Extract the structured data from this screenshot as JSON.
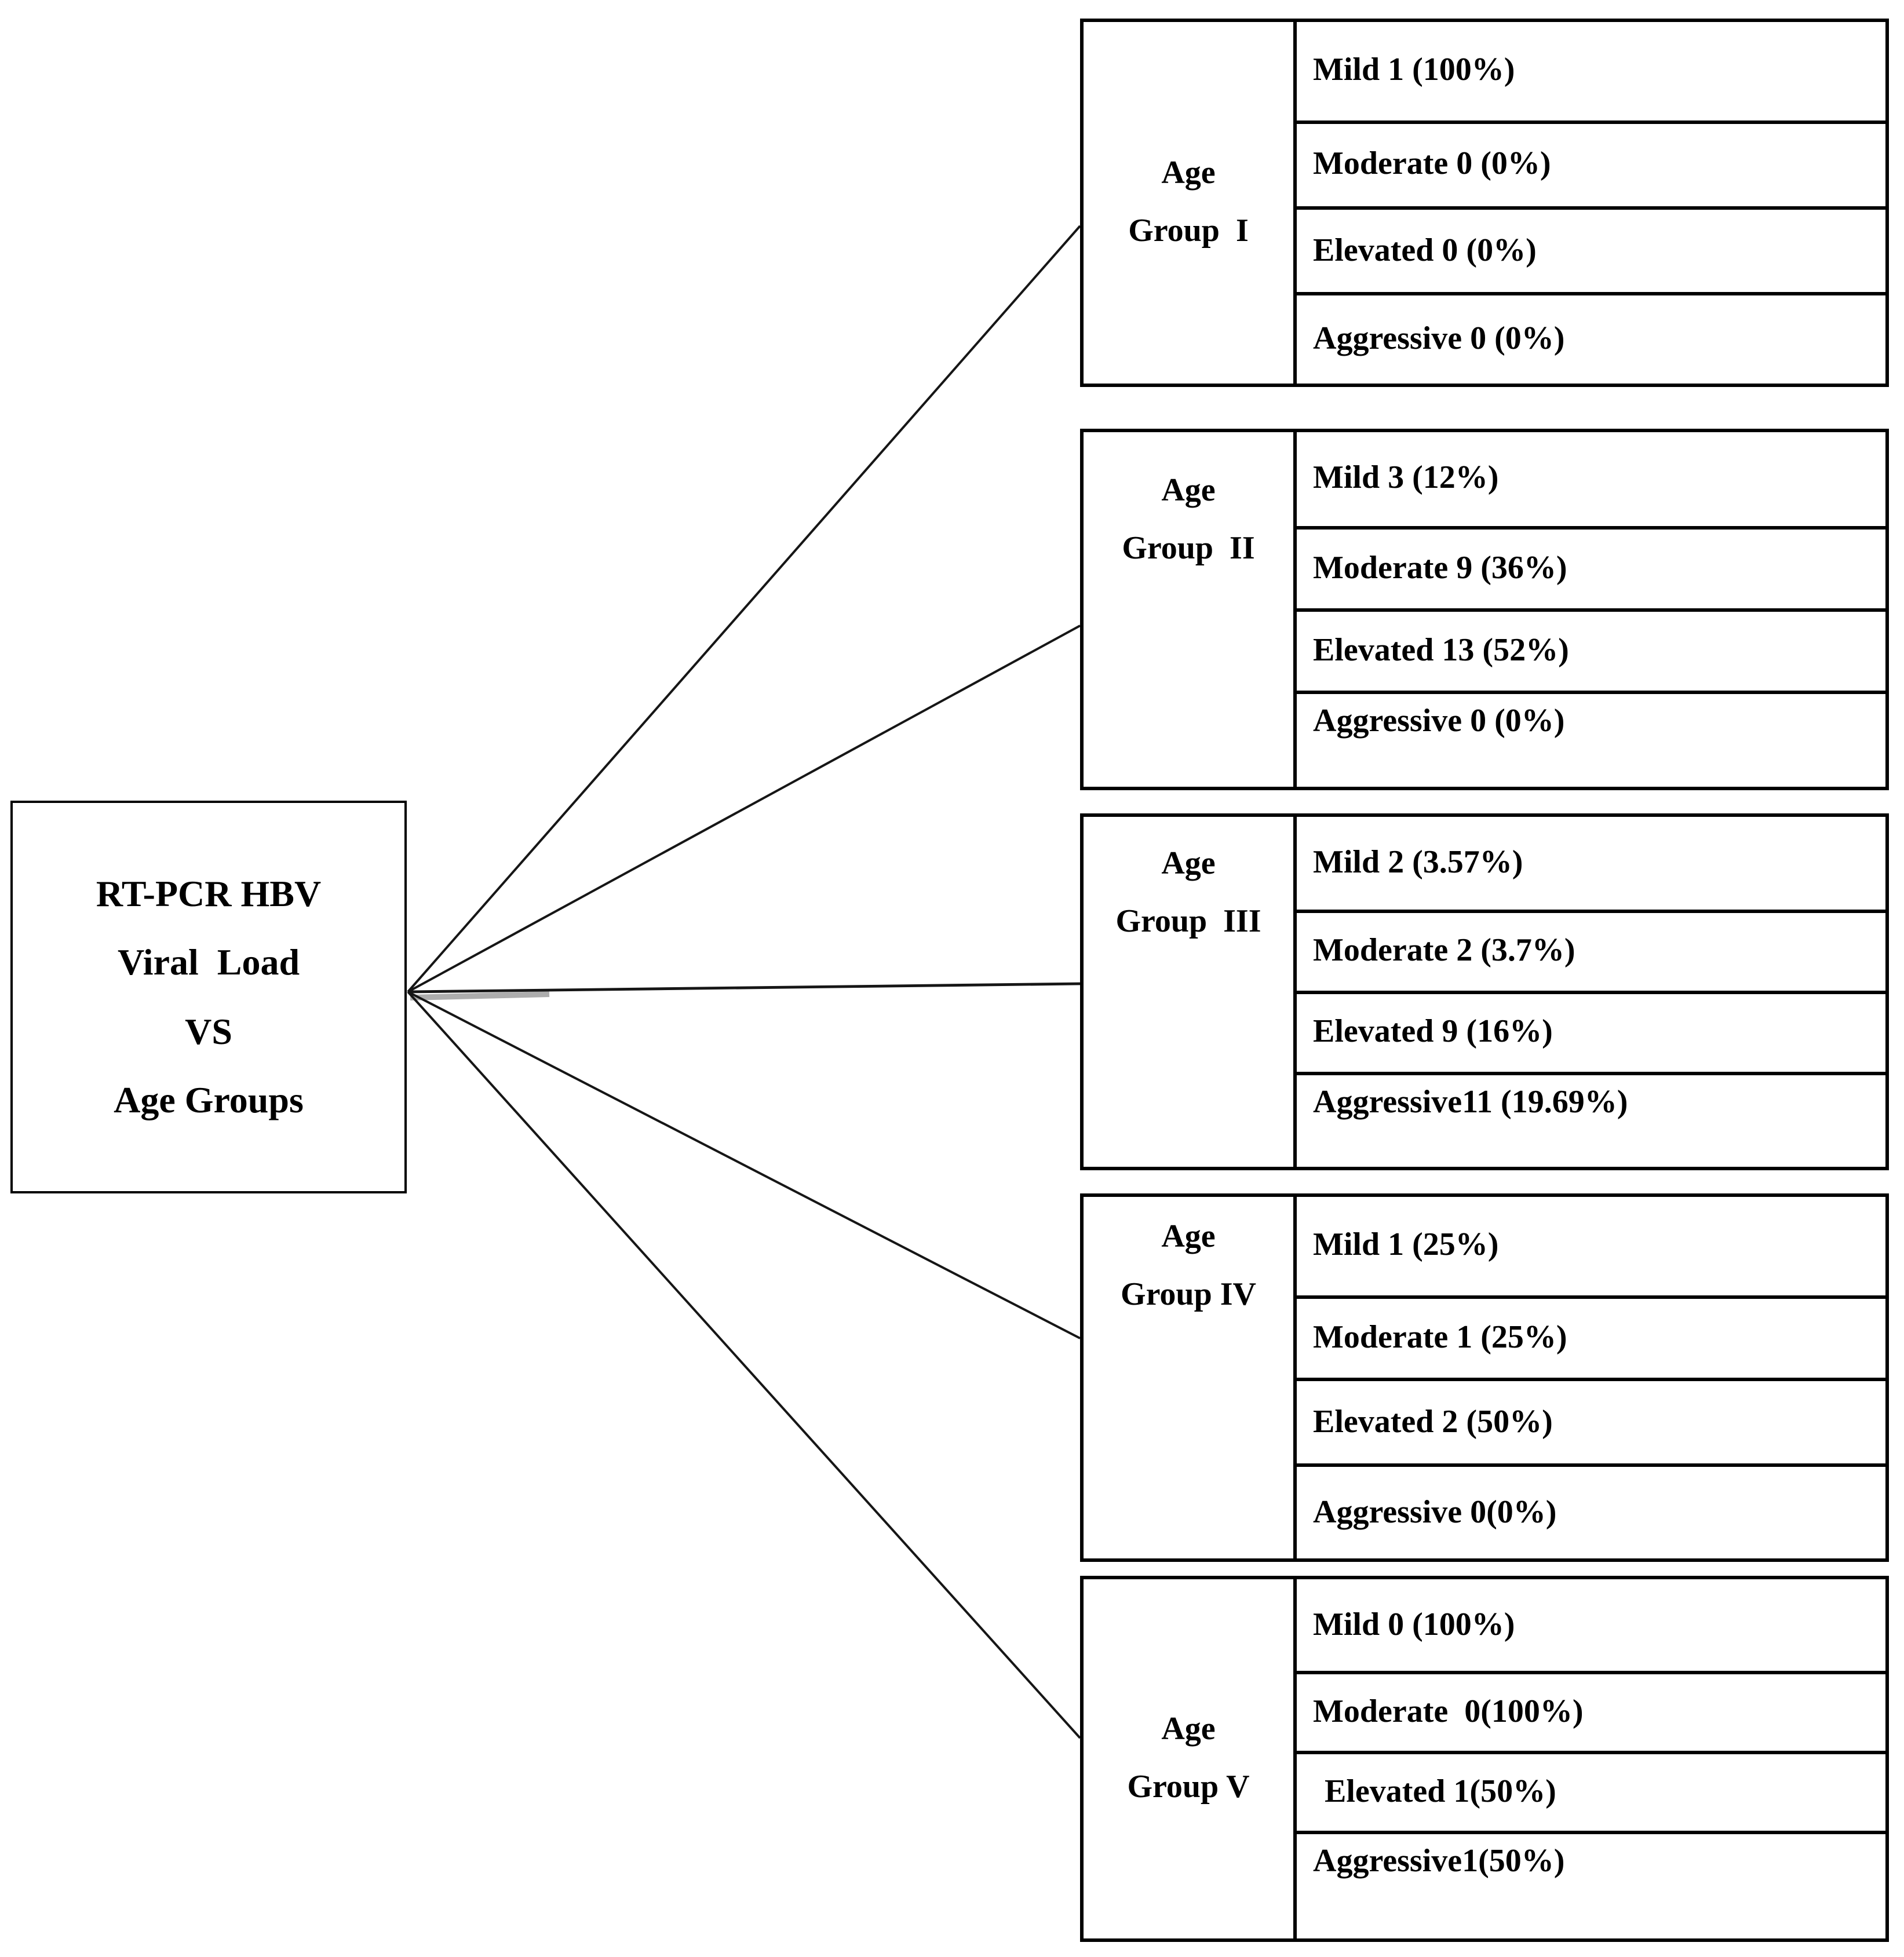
{
  "figure": {
    "background": "#ffffff",
    "ink": "#000000",
    "connector_color": "#161616",
    "connector_shadow": "#adadad"
  },
  "root_box": {
    "lines": [
      "RT-PCR HBV",
      "Viral  Load",
      "VS",
      "Age Groups"
    ]
  },
  "age_groups": [
    {
      "name_line1": "Age",
      "name_line2": "Group  I",
      "rows": [
        "Mild 1 (100%)",
        "Moderate 0 (0%)",
        "Elevated 0 (0%)",
        "Aggressive 0 (0%)"
      ]
    },
    {
      "name_line1": "Age",
      "name_line2": "Group  II",
      "rows": [
        "Mild 3 (12%)",
        "Moderate 9 (36%)",
        "Elevated 13 (52%)",
        "Aggressive 0 (0%)"
      ]
    },
    {
      "name_line1": "Age",
      "name_line2": "Group  III",
      "rows": [
        "Mild 2 (3.57%)",
        "Moderate 2 (3.7%)",
        "Elevated 9 (16%)",
        "Aggressive11 (19.69%)"
      ]
    },
    {
      "name_line1": "Age",
      "name_line2": "Group IV",
      "rows": [
        "Mild 1 (25%)",
        "Moderate 1 (25%)",
        "Elevated 2 (50%)",
        "Aggressive 0(0%)"
      ]
    },
    {
      "name_line1": "Age",
      "name_line2": "Group V",
      "rows": [
        "Mild 0 (100%)",
        "Moderate  0(100%)",
        "Elevated 1(50%)",
        "Aggressive1(50%)"
      ]
    }
  ]
}
